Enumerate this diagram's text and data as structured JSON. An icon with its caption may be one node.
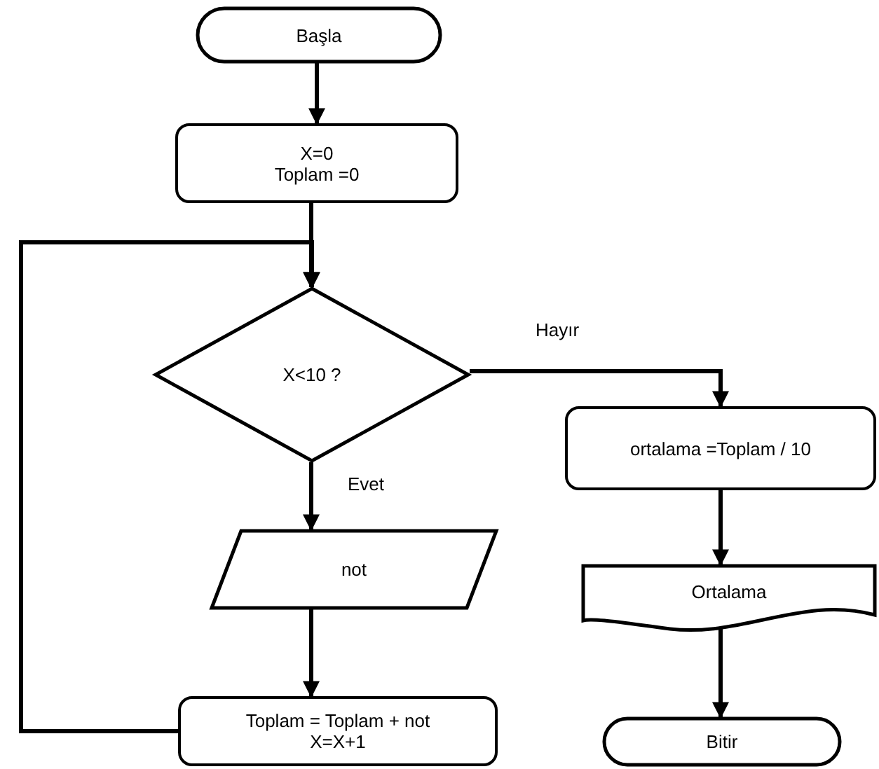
{
  "diagram": {
    "nodes": [
      {
        "text": [
          "Başla"
        ]
      },
      {
        "text": [
          "X=0",
          "Toplam =0"
        ]
      },
      {
        "text": [
          "X<10 ?"
        ]
      },
      {
        "text": [
          "not"
        ]
      },
      {
        "text": [
          "Toplam = Toplam + not",
          "X=X+1"
        ]
      },
      {
        "text": [
          "ortalama =Toplam / 10"
        ]
      },
      {
        "text": [
          "Ortalama"
        ]
      },
      {
        "text": [
          "Bitir"
        ]
      }
    ],
    "edges": [
      {
        "from": 0,
        "to": 1,
        "arrow": "to"
      },
      {
        "from": 1,
        "to": 2,
        "arrow": "to"
      },
      {
        "from": 2,
        "to": 3,
        "arrow": "to",
        "label": "Evet"
      },
      {
        "from": 3,
        "to": 4,
        "arrow": "to"
      },
      {
        "from": 4,
        "to": 2,
        "arrow": "to"
      },
      {
        "from": 2,
        "to": 5,
        "arrow": "to",
        "label": "Hayır"
      },
      {
        "from": 5,
        "to": 6,
        "arrow": "to"
      },
      {
        "from": 6,
        "to": 7,
        "arrow": "to"
      }
    ]
  }
}
